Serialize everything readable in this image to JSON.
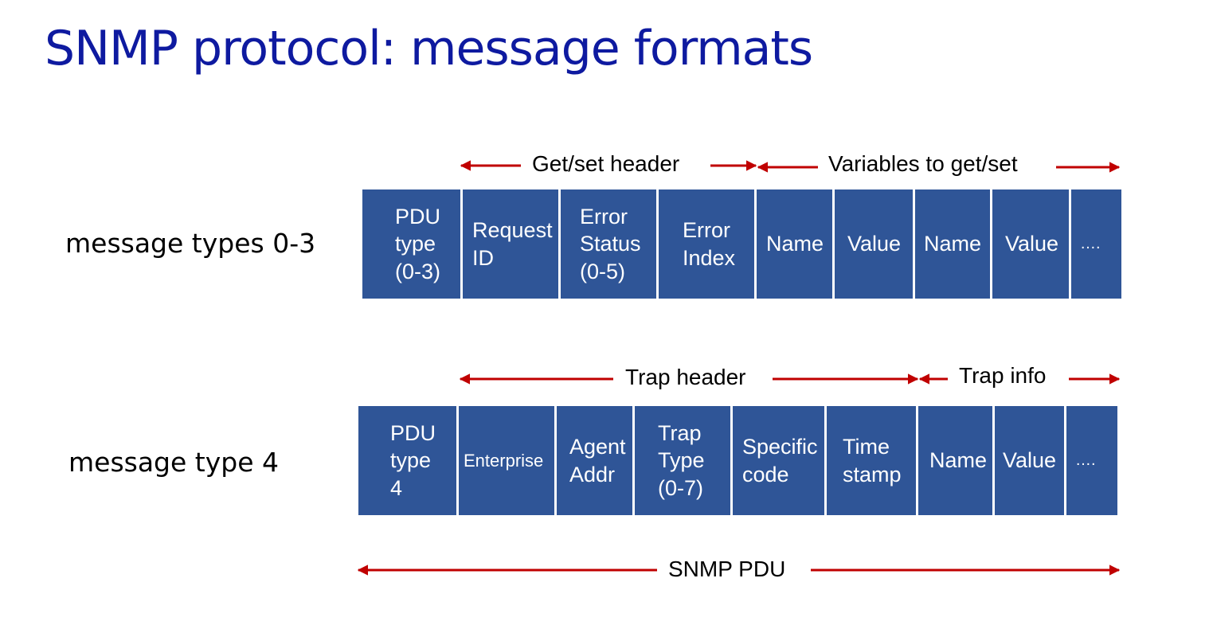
{
  "title": "SNMP protocol: message formats",
  "colors": {
    "title": "#0e1aa0",
    "cell_fill": "#2f5597",
    "arrow": "#c00000"
  },
  "rows": [
    {
      "label": "message types 0-3",
      "cells": [
        "PDU\ntype\n(0-3)",
        "Request\nID",
        "Error\nStatus\n(0-5)",
        "Error\nIndex",
        "Name",
        "Value",
        "Name",
        "Value",
        "…."
      ],
      "spans": [
        "Get/set header",
        "Variables to get/set"
      ]
    },
    {
      "label": "message type 4",
      "cells": [
        "PDU\ntype\n4",
        "Enterprise",
        "Agent\nAddr",
        "Trap\nType\n(0-7)",
        "Specific\ncode",
        "Time\nstamp",
        "Name",
        "Value",
        "…."
      ],
      "spans": [
        "Trap header",
        "Trap info"
      ]
    }
  ],
  "overall_span": "SNMP PDU"
}
